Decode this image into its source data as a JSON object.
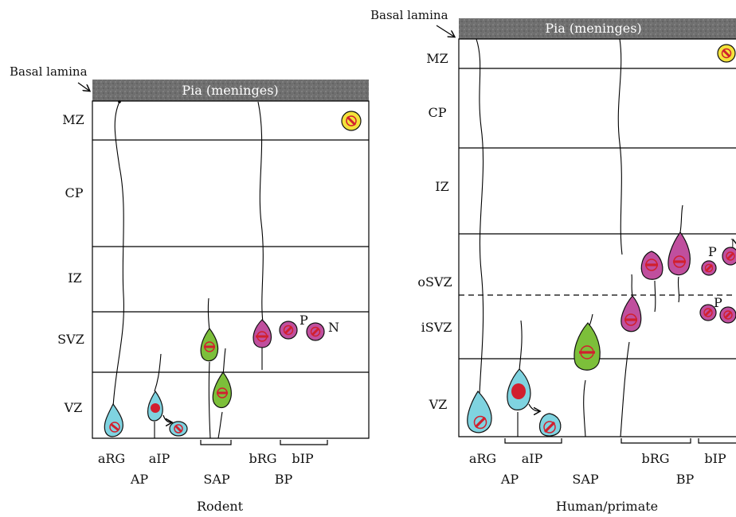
{
  "colors": {
    "pia": "#6f6f6f",
    "apical_progenitor": "#7fd3e0",
    "subapical_progenitor": "#7cbf3a",
    "basal_progenitor": "#c04f9e",
    "neuron_yellow": "#f3e23a",
    "nucleus": "#d11f2e"
  },
  "rodent": {
    "basal_lamina": "Basal lamina",
    "pia": "Pia (meninges)",
    "zones": {
      "mz": "MZ",
      "cp": "CP",
      "iz": "IZ",
      "svz": "SVZ",
      "vz": "VZ"
    },
    "cell_labels": {
      "arg": "aRG",
      "aip": "aIP",
      "brg": "bRG",
      "bip": "bIP",
      "p": "P",
      "n": "N"
    },
    "groups": {
      "ap": "AP",
      "sap": "SAP",
      "bp": "BP"
    },
    "caption": "Rodent"
  },
  "primate": {
    "basal_lamina": "Basal lamina",
    "pia": "Pia (meninges)",
    "zones": {
      "mz": "MZ",
      "cp": "CP",
      "iz": "IZ",
      "osvz": "oSVZ",
      "isvz": "iSVZ",
      "vz": "VZ"
    },
    "cell_labels": {
      "arg": "aRG",
      "aip": "aIP",
      "brg": "bRG",
      "bip": "bIP",
      "p": "P",
      "n": "N"
    },
    "groups": {
      "ap": "AP",
      "sap": "SAP",
      "bp": "BP"
    },
    "caption": "Human/primate"
  }
}
